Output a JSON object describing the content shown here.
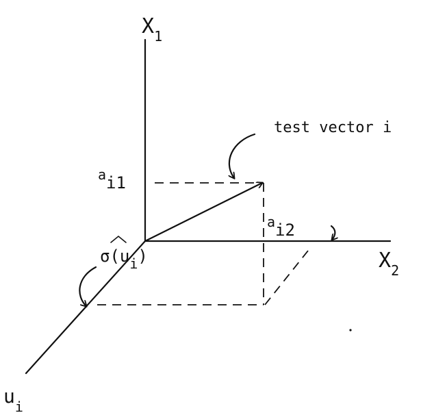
{
  "labels": {
    "x1": {
      "main": "X",
      "sub": "1"
    },
    "x2": {
      "main": "X",
      "sub": "2"
    },
    "ui": {
      "main": "u",
      "sub": "i"
    },
    "test_vector": "test vector i",
    "a_i1": {
      "main": "a",
      "sub": "i1"
    },
    "a_i2": {
      "main": "a",
      "sub": "i2"
    },
    "sigma_hat": {
      "sigma": "σ(u",
      "sub": "i",
      "close": ")"
    }
  },
  "colors": {
    "ink": "#111111",
    "background": "#ffffff"
  }
}
